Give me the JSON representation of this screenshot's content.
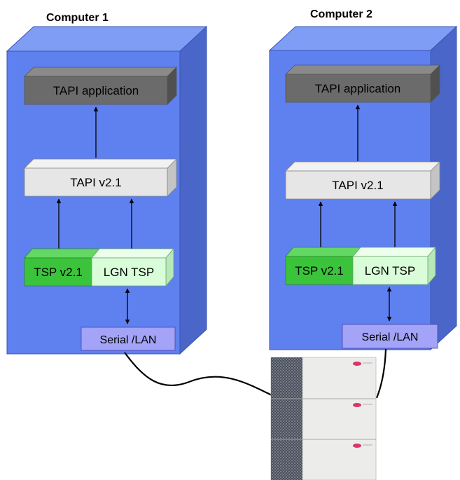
{
  "computers": [
    {
      "title": "Computer 1",
      "tapi_app": "TAPI application",
      "tapi_version": "TAPI v2.1",
      "tsp": "TSP v2.1",
      "lgn_tsp": "LGN TSP",
      "port": "Serial /LAN"
    },
    {
      "title": "Computer 2",
      "tapi_app": "TAPI application",
      "tapi_version": "TAPI v2.1",
      "tsp": "TSP v2.1",
      "lgn_tsp": "LGN TSP",
      "port": "Serial /LAN"
    }
  ],
  "colors": {
    "box_front": "#5f80ef",
    "box_side": "#4a66c9",
    "box_top": "#7f9df5",
    "tapi_app": "#6b6b6b",
    "tapi_version": "#e6e6e6",
    "tsp": "#3bc43b",
    "lgn_tsp": "#d9fdd9",
    "port": "#a3a3f7"
  },
  "device": {
    "name": "pbx-device",
    "units": 3
  }
}
